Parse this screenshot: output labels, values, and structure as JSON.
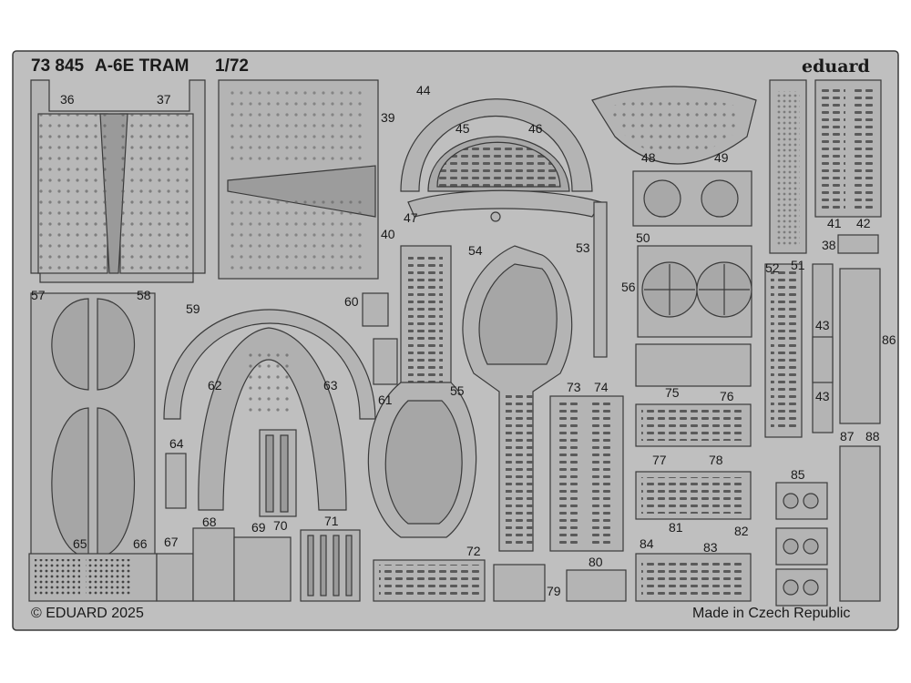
{
  "header": {
    "code": "73 845",
    "model": "A-6E TRAM",
    "scale": "1/72",
    "brand": "eduard"
  },
  "footer": {
    "copyright": "© EDUARD 2025",
    "origin": "Made in Czech Republic"
  },
  "colors": {
    "background": "#ffffff",
    "metal": "#bfbfbf",
    "part": "#b4b4b4",
    "outline": "#3a3a3a",
    "text": "#1a1a1a"
  },
  "parts": [
    {
      "id": "36",
      "label": "36"
    },
    {
      "id": "37",
      "label": "37"
    },
    {
      "id": "39",
      "label": "39"
    },
    {
      "id": "40",
      "label": "40"
    },
    {
      "id": "44",
      "label": "44"
    },
    {
      "id": "45",
      "label": "45"
    },
    {
      "id": "46",
      "label": "46"
    },
    {
      "id": "47",
      "label": "47"
    },
    {
      "id": "48",
      "label": "48"
    },
    {
      "id": "49",
      "label": "49"
    },
    {
      "id": "50",
      "label": "50"
    },
    {
      "id": "41",
      "label": "41"
    },
    {
      "id": "42",
      "label": "42"
    },
    {
      "id": "38",
      "label": "38"
    },
    {
      "id": "51",
      "label": "51"
    },
    {
      "id": "52",
      "label": "52"
    },
    {
      "id": "53",
      "label": "53"
    },
    {
      "id": "54",
      "label": "54"
    },
    {
      "id": "56",
      "label": "56"
    },
    {
      "id": "57",
      "label": "57"
    },
    {
      "id": "58",
      "label": "58"
    },
    {
      "id": "59",
      "label": "59"
    },
    {
      "id": "60",
      "label": "60"
    },
    {
      "id": "62",
      "label": "62"
    },
    {
      "id": "63",
      "label": "63"
    },
    {
      "id": "61",
      "label": "61"
    },
    {
      "id": "55",
      "label": "55"
    },
    {
      "id": "73",
      "label": "73"
    },
    {
      "id": "74",
      "label": "74"
    },
    {
      "id": "75",
      "label": "75"
    },
    {
      "id": "76",
      "label": "76"
    },
    {
      "id": "43a",
      "label": "43"
    },
    {
      "id": "43b",
      "label": "43"
    },
    {
      "id": "86",
      "label": "86"
    },
    {
      "id": "87",
      "label": "87"
    },
    {
      "id": "88",
      "label": "88"
    },
    {
      "id": "64",
      "label": "64"
    },
    {
      "id": "77",
      "label": "77"
    },
    {
      "id": "78",
      "label": "78"
    },
    {
      "id": "85",
      "label": "85"
    },
    {
      "id": "65",
      "label": "65"
    },
    {
      "id": "66",
      "label": "66"
    },
    {
      "id": "67",
      "label": "67"
    },
    {
      "id": "68",
      "label": "68"
    },
    {
      "id": "69",
      "label": "69"
    },
    {
      "id": "70",
      "label": "70"
    },
    {
      "id": "71",
      "label": "71"
    },
    {
      "id": "72",
      "label": "72"
    },
    {
      "id": "81",
      "label": "81"
    },
    {
      "id": "82",
      "label": "82"
    },
    {
      "id": "84",
      "label": "84"
    },
    {
      "id": "83",
      "label": "83"
    },
    {
      "id": "80",
      "label": "80"
    },
    {
      "id": "79",
      "label": "79"
    }
  ]
}
